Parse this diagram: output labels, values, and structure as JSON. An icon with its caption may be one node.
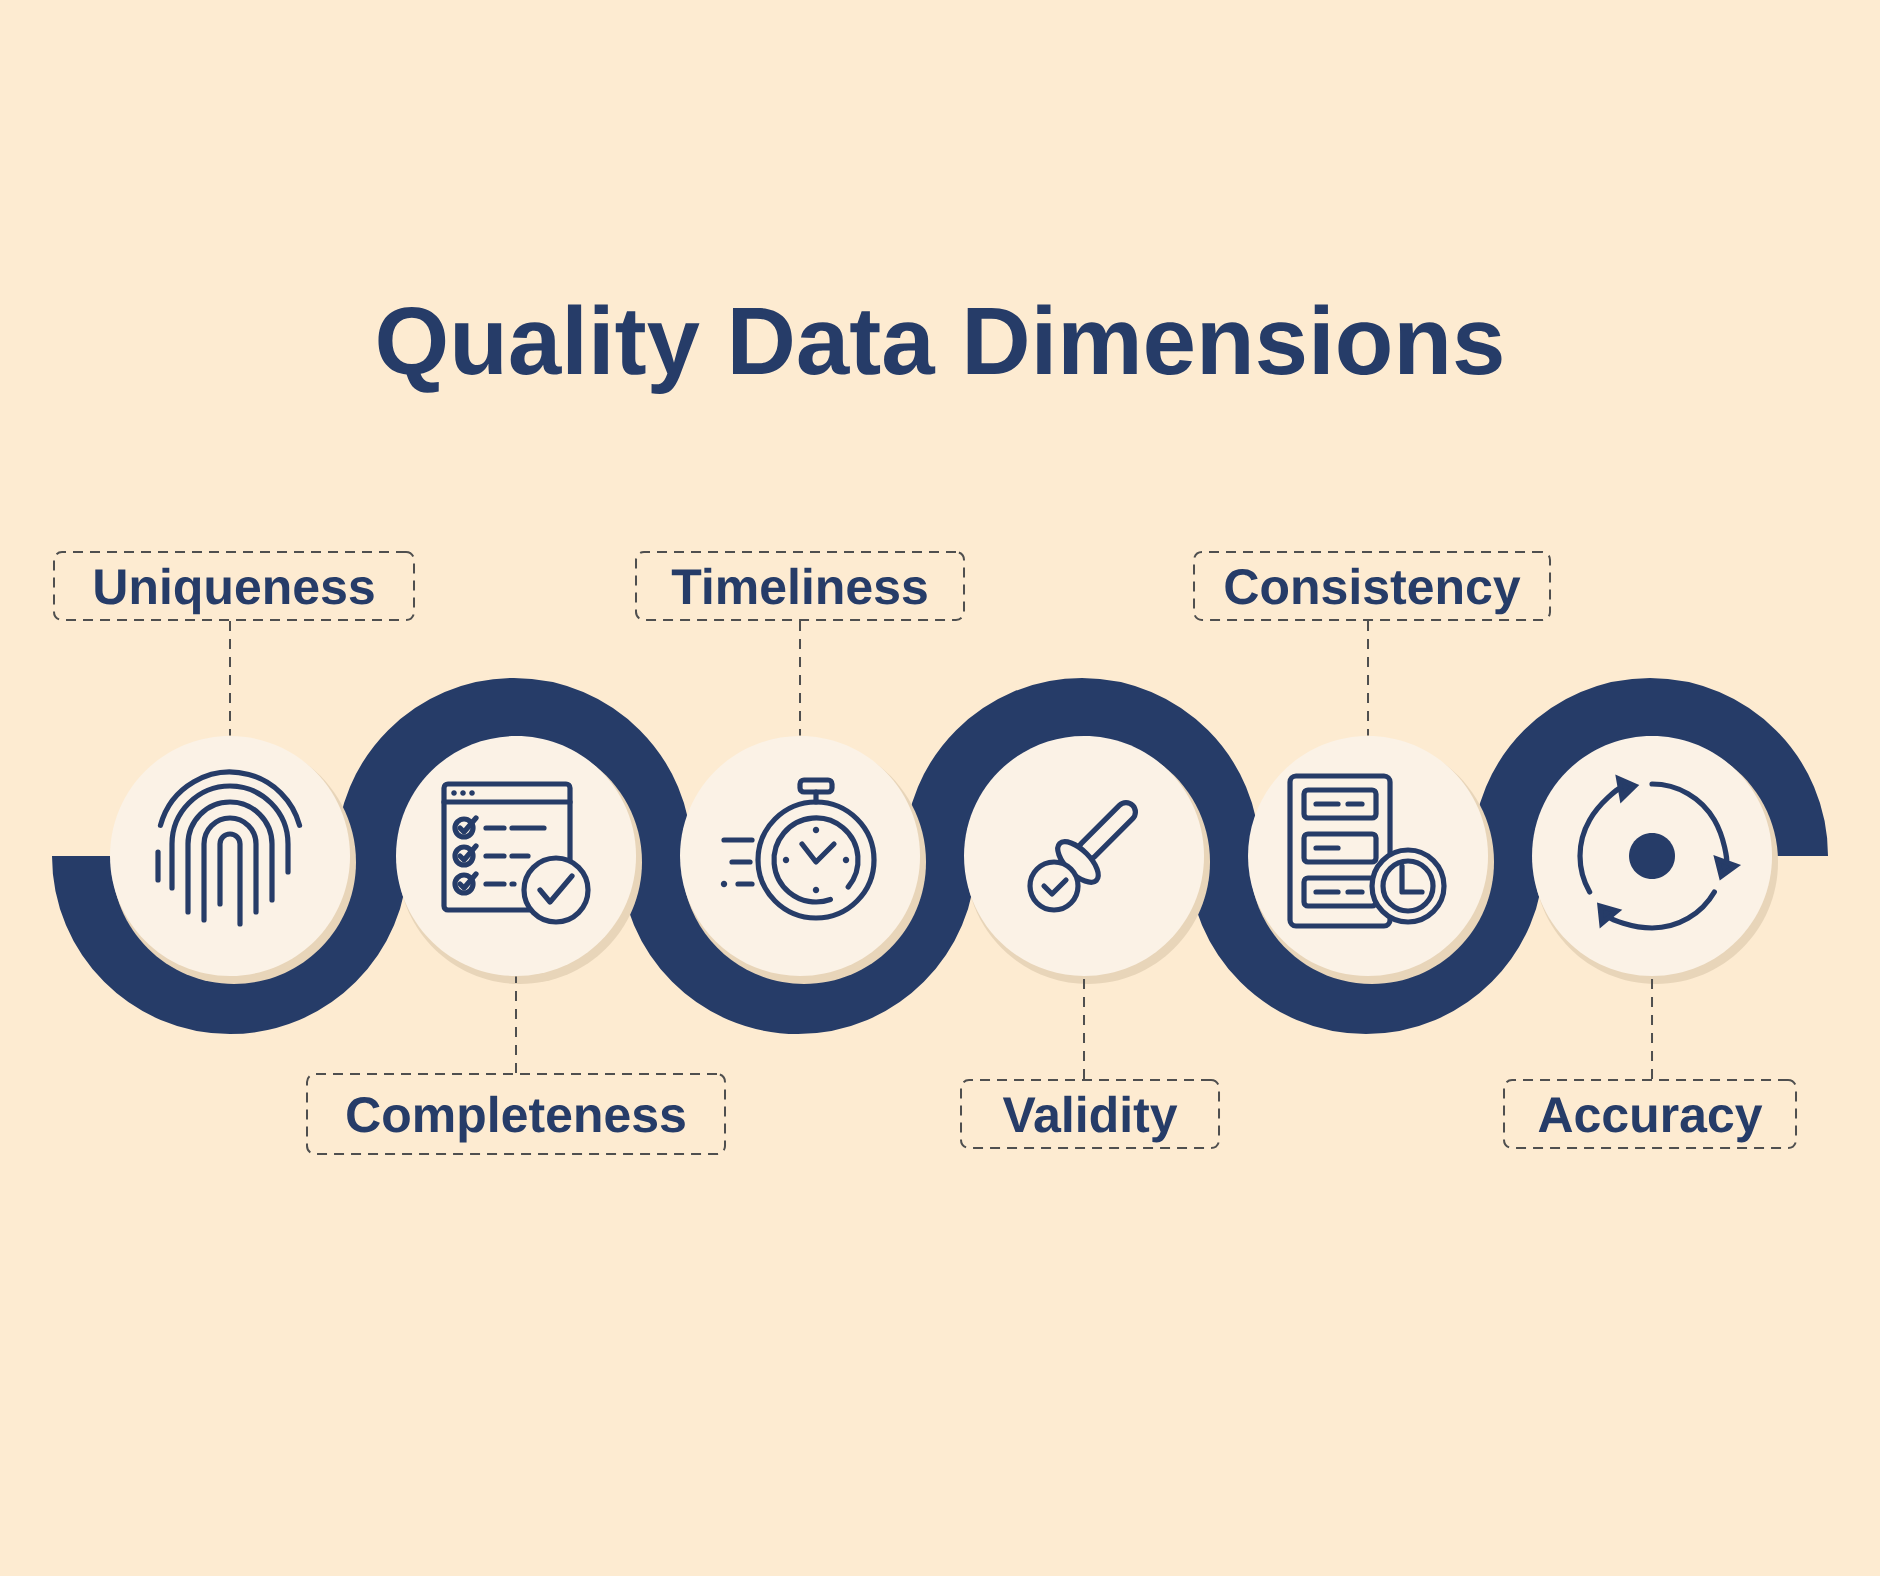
{
  "diagram": {
    "title": "Quality Data Dimensions",
    "nodes": [
      {
        "text": [
          "Uniqueness"
        ]
      },
      {
        "text": [],
        "shape": "circle"
      },
      {
        "text": [
          "Completeness"
        ]
      },
      {
        "text": [],
        "shape": "circle"
      },
      {
        "text": [
          "Timeliness"
        ]
      },
      {
        "text": [],
        "shape": "circle"
      },
      {
        "text": [
          "Validity"
        ]
      },
      {
        "text": [],
        "shape": "circle"
      },
      {
        "text": [
          "Consistency"
        ]
      },
      {
        "text": [],
        "shape": "circle"
      },
      {
        "text": [
          "Accuracy"
        ]
      },
      {
        "text": [],
        "shape": "circle"
      }
    ],
    "edges": [
      {
        "from": 0,
        "to": 1,
        "arrow": "none",
        "style": "dashed"
      },
      {
        "from": 2,
        "to": 3,
        "arrow": "none",
        "style": "dashed"
      },
      {
        "from": 4,
        "to": 5,
        "arrow": "none",
        "style": "dashed"
      },
      {
        "from": 6,
        "to": 7,
        "arrow": "none",
        "style": "dashed"
      },
      {
        "from": 8,
        "to": 9,
        "arrow": "none",
        "style": "dashed"
      },
      {
        "from": 10,
        "to": 11,
        "arrow": "none",
        "style": "dashed"
      }
    ]
  }
}
